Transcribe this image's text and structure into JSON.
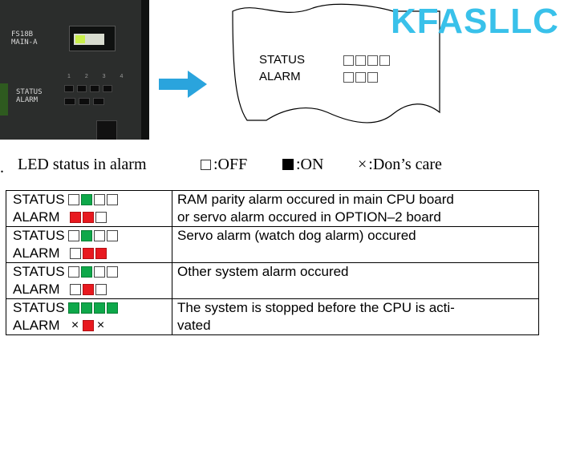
{
  "photo": {
    "module_label": "FS18B\nMAIN-A",
    "led_label": "STATUS\nALARM",
    "led_numbers": "1 2 3 4"
  },
  "sketch": {
    "status_label": "STATUS",
    "alarm_label": "ALARM",
    "status_boxes": 4,
    "alarm_boxes": 3
  },
  "watermark": "KFASLLC",
  "legend": {
    "bullet": ".",
    "title": "LED status in alarm",
    "off": ":OFF",
    "on": ":ON",
    "dont_care_symbol": "×",
    "dont_care": ":Don’s care"
  },
  "colors": {
    "on_green": "#0ea84a",
    "on_red": "#e8191f",
    "watermark": "#39c1ea",
    "arrow": "#2aa4dd"
  },
  "rows": [
    {
      "status_label": "STATUS",
      "alarm_label": "ALARM",
      "status": [
        "off",
        "green",
        "off",
        "off"
      ],
      "alarm": [
        "red",
        "red",
        "off"
      ],
      "lines": [
        "RAM parity alarm occured in main CPU board",
        "or servo alarm occured in OPTION–2 board"
      ]
    },
    {
      "status_label": "STATUS",
      "alarm_label": "ALARM",
      "status": [
        "off",
        "green",
        "off",
        "off"
      ],
      "alarm": [
        "off",
        "red",
        "red"
      ],
      "lines": [
        "Servo alarm (watch dog alarm) occured"
      ]
    },
    {
      "status_label": "STATUS",
      "alarm_label": "ALARM",
      "status": [
        "off",
        "green",
        "off",
        "off"
      ],
      "alarm": [
        "off",
        "red",
        "off"
      ],
      "lines": [
        "Other system alarm occured"
      ]
    },
    {
      "status_label": "STATUS",
      "alarm_label": "ALARM",
      "status": [
        "green",
        "green",
        "green",
        "green"
      ],
      "alarm": [
        "x",
        "red",
        "x"
      ],
      "lines": [
        "The system is stopped before the CPU is acti-",
        "vated"
      ]
    }
  ]
}
